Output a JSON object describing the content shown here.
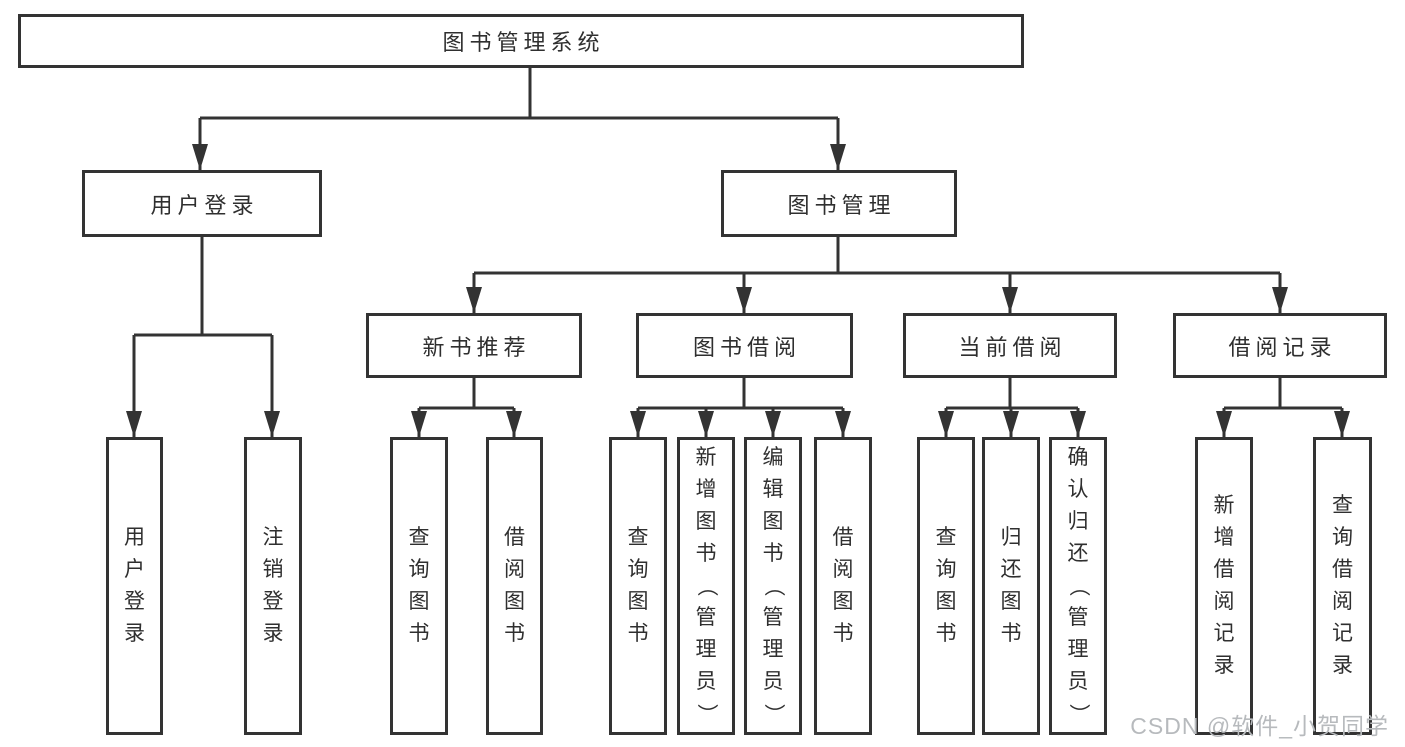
{
  "tree": {
    "root": {
      "label": "图书管理系统"
    },
    "children": [
      {
        "label": "用户登录",
        "children": [
          {
            "label": "用户登录"
          },
          {
            "label": "注销登录"
          }
        ]
      },
      {
        "label": "图书管理",
        "children": [
          {
            "label": "新书推荐",
            "children": [
              {
                "label": "查询图书"
              },
              {
                "label": "借阅图书"
              }
            ]
          },
          {
            "label": "图书借阅",
            "children": [
              {
                "label": "查询图书"
              },
              {
                "label": "新增图书（管理员）"
              },
              {
                "label": "编辑图书（管理员）"
              },
              {
                "label": "借阅图书"
              }
            ]
          },
          {
            "label": "当前借阅",
            "children": [
              {
                "label": "查询图书"
              },
              {
                "label": "归还图书"
              },
              {
                "label": "确认归还（管理员）"
              }
            ]
          },
          {
            "label": "借阅记录",
            "children": [
              {
                "label": "新增借阅记录"
              },
              {
                "label": "查询借阅记录"
              }
            ]
          }
        ]
      }
    ]
  },
  "watermark": {
    "text": "CSDN @软件_小贺同学"
  },
  "colors": {
    "line": "#333333",
    "text": "#2f2f2f",
    "watermark": "#b7babd",
    "background": "#ffffff"
  }
}
